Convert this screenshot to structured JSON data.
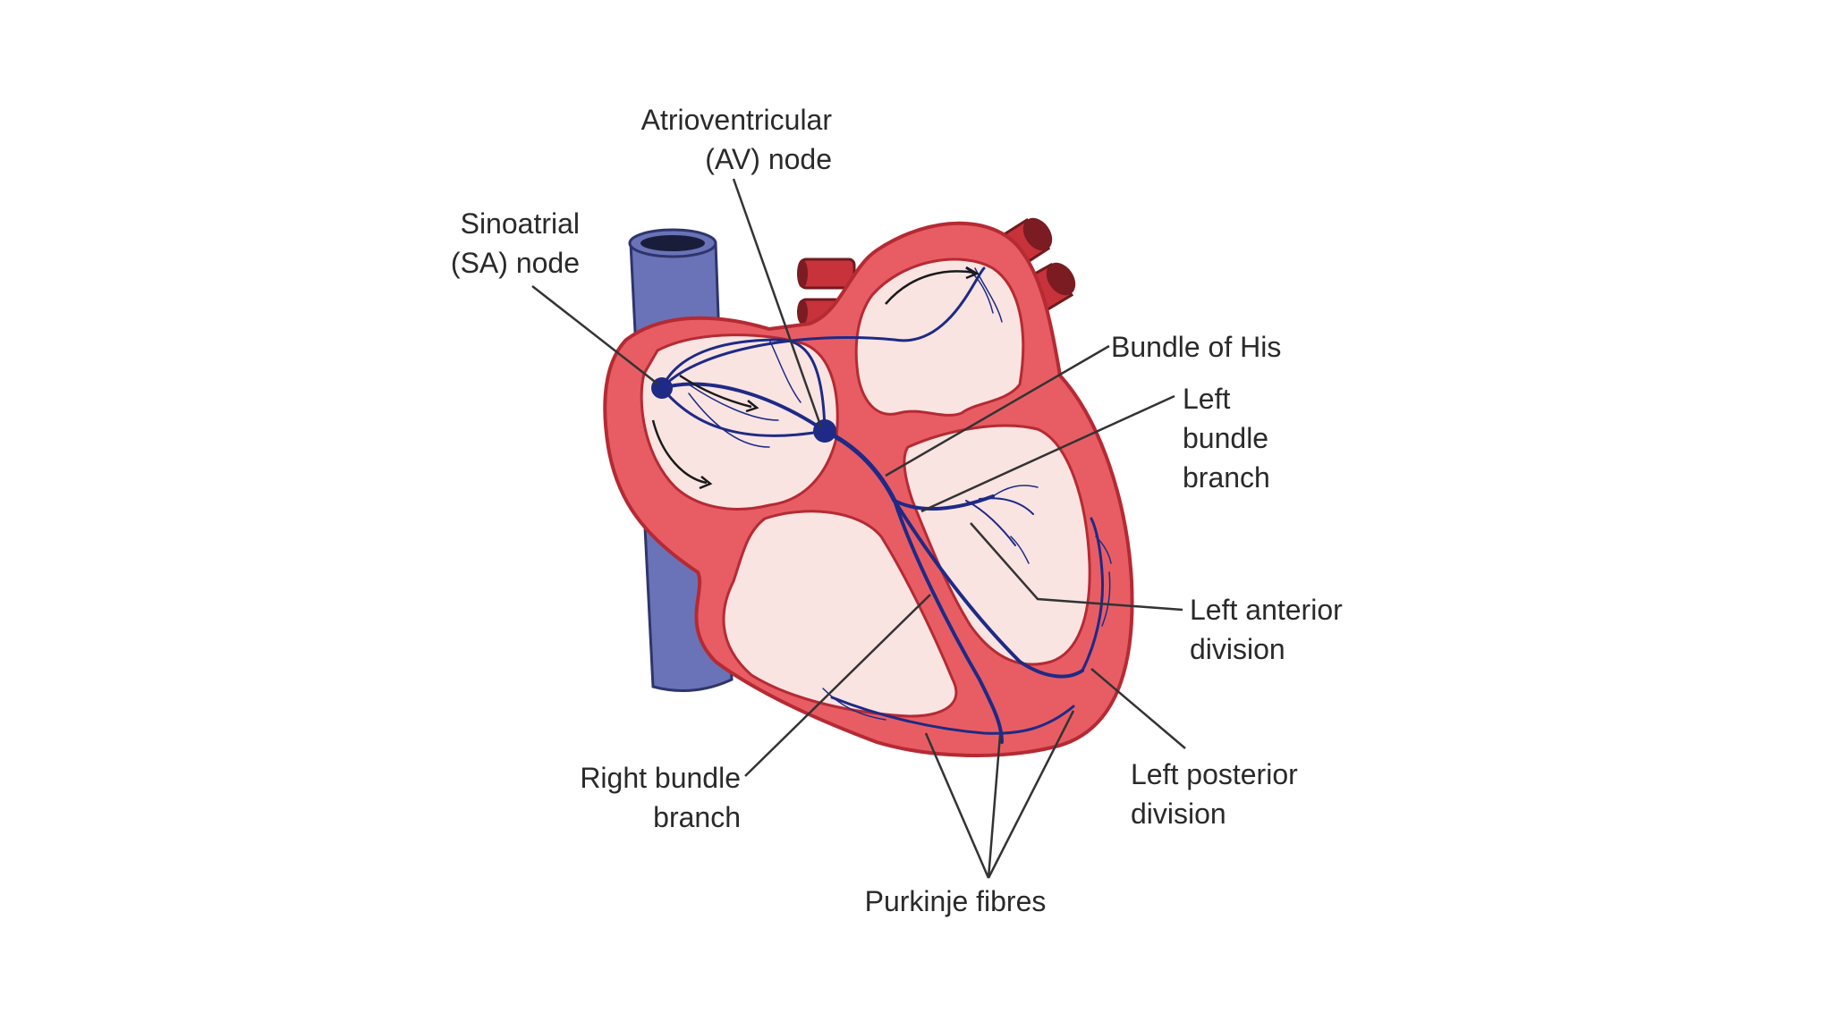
{
  "diagram": {
    "labels": {
      "av_node": {
        "line1": "Atrioventricular",
        "line2": "(AV) node"
      },
      "sa_node": {
        "line1": "Sinoatrial",
        "line2": "(SA) node"
      },
      "bundle_of_his": {
        "line1": "Bundle of His"
      },
      "left_bundle_branch": {
        "line1": "Left",
        "line2": "bundle",
        "line3": "branch"
      },
      "left_anterior_division": {
        "line1": "Left anterior",
        "line2": "division"
      },
      "left_posterior_division": {
        "line1": "Left posterior",
        "line2": "division"
      },
      "right_bundle_branch": {
        "line1": "Right bundle",
        "line2": "branch"
      },
      "purkinje_fibres": {
        "line1": "Purkinje fibres"
      }
    },
    "colors": {
      "heart_wall": "#e85d64",
      "heart_outline": "#b52a33",
      "chamber": "#f9e4e2",
      "conduction": "#1e2a86",
      "vena_cava": "#6a73b8",
      "artery": "#c8323b",
      "leader_line": "#333333"
    }
  }
}
